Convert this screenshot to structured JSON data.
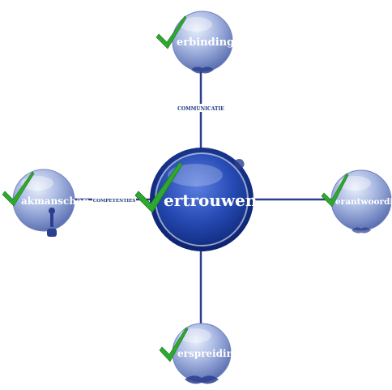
{
  "center": {
    "label": "ertrouwen"
  },
  "nodes": {
    "top": {
      "label": "erbinding"
    },
    "left": {
      "label": "akmanschap"
    },
    "right": {
      "label": "erantwoording"
    },
    "bottom": {
      "label": "erspreiding"
    }
  },
  "edges": {
    "top": {
      "label": "COMMUNICATIE"
    },
    "left": {
      "label": "COMPETENTIES"
    }
  },
  "colors": {
    "line": "#2c3e8f",
    "check": "#2ea82e",
    "node_light": "#c9d4ec",
    "node_dark": "#5e72b4",
    "center_light": "#3d5fc8",
    "center_dark": "#0f2a7a"
  },
  "icons": {
    "check": "checkmark-icon",
    "handshake": "handshake-icon",
    "tool": "wrench-hand-icon"
  }
}
